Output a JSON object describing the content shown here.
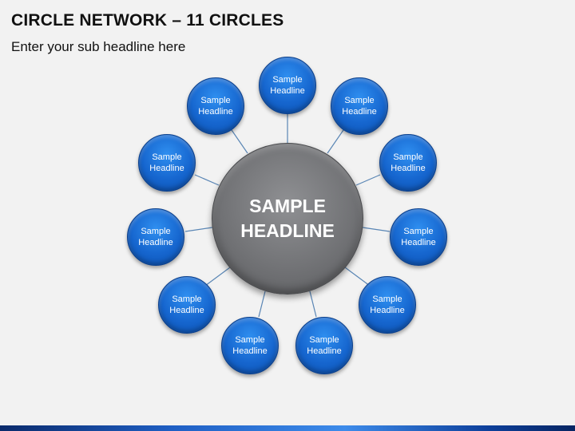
{
  "header": {
    "title": "CIRCLE NETWORK – 11 CIRCLES",
    "subtitle": "Enter your sub headline here"
  },
  "hub": {
    "label": "SAMPLE\nHEADLINE"
  },
  "nodes": [
    {
      "label": "Sample\nHeadline"
    },
    {
      "label": "Sample\nHeadline"
    },
    {
      "label": "Sample\nHeadline"
    },
    {
      "label": "Sample\nHeadline"
    },
    {
      "label": "Sample\nHeadline"
    },
    {
      "label": "Sample\nHeadline"
    },
    {
      "label": "Sample\nHeadline"
    },
    {
      "label": "Sample\nHeadline"
    },
    {
      "label": "Sample\nHeadline"
    },
    {
      "label": "Sample\nHeadline"
    },
    {
      "label": "Sample\nHeadline"
    }
  ],
  "colors": {
    "node_blue": "#1666cf",
    "hub_gray": "#727376",
    "connector": "#5a86b5"
  }
}
